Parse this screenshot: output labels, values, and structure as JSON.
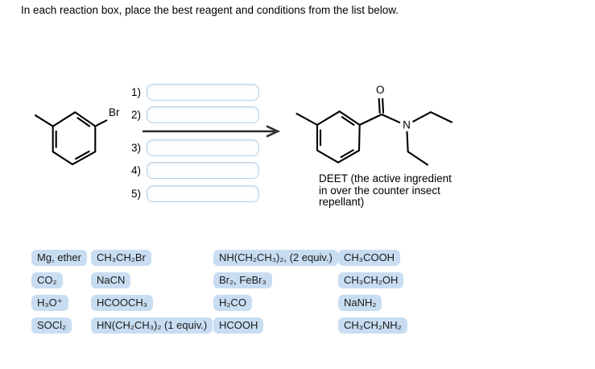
{
  "title": "In each reaction box, place the best reagent and conditions from the list below.",
  "reactant": {
    "br_label": "Br"
  },
  "product": {
    "o_label": "O",
    "n_label": "N",
    "caption": [
      "DEET (the active ingredient",
      "in over the counter insect",
      "repellant)"
    ]
  },
  "steps": [
    {
      "number": "1)",
      "value": ""
    },
    {
      "number": "2)",
      "value": ""
    },
    {
      "number": "3)",
      "value": ""
    },
    {
      "number": "4)",
      "value": ""
    },
    {
      "number": "5)",
      "value": ""
    }
  ],
  "reagents": {
    "col1": [
      "Mg, ether",
      "CO₂",
      "H₃O⁺",
      "SOCl₂"
    ],
    "col2": [
      "CH₃CH₂Br",
      "NaCN",
      "HCOOCH₃",
      "HN(CH₂CH₃)₂ (1 equiv.)"
    ],
    "col3": [
      "NH(CH₂CH₃)₂, (2 equiv.)",
      "Br₂, FeBr₃",
      "H₂CO",
      "HCOOH"
    ],
    "col4": [
      "CH₃COOH",
      "CH₃CH₂OH",
      "NaNH₂",
      "CH₃CH₂NH₂"
    ]
  },
  "colors": {
    "pill_bg": "#c8ddf1",
    "box_border": "#b5d0e7",
    "arrow": "#2d2d2d"
  }
}
